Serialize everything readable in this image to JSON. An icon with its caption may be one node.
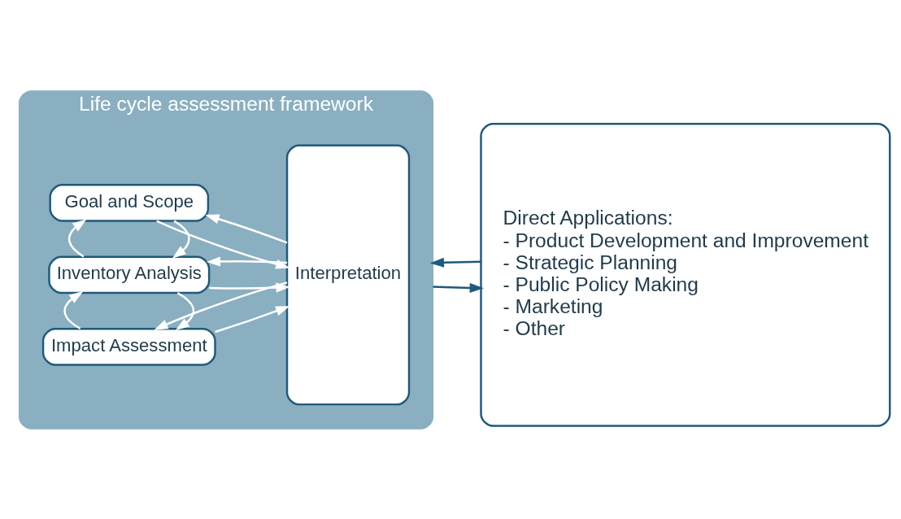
{
  "diagram": {
    "nodes": [
      {
        "text": [
          "Life cycle assessment framework"
        ]
      },
      {
        "text": [
          "Goal and Scope"
        ],
        "in": 0
      },
      {
        "text": [
          "Inventory Analysis"
        ],
        "in": 0
      },
      {
        "text": [
          "Impact Assessment"
        ],
        "in": 0
      },
      {
        "text": [
          "Interpretation"
        ],
        "in": 0
      },
      {
        "text": [
          "Direct Applications:",
          "- Product Development and Improvement",
          "- Strategic Planning",
          "- Public Policy Making",
          "- Marketing",
          "- Other"
        ]
      }
    ],
    "edges": [
      {
        "from": 4,
        "to": 1,
        "arrow": "to"
      },
      {
        "from": 1,
        "to": 4,
        "arrow": "to"
      },
      {
        "from": 1,
        "to": 2,
        "arrow": "to"
      },
      {
        "from": 2,
        "to": 1,
        "arrow": "to"
      },
      {
        "from": 4,
        "to": 2,
        "arrow": "to"
      },
      {
        "from": 2,
        "to": 4,
        "arrow": "to"
      },
      {
        "from": 2,
        "to": 3,
        "arrow": "to"
      },
      {
        "from": 3,
        "to": 2,
        "arrow": "to"
      },
      {
        "from": 4,
        "to": 3,
        "arrow": "to"
      },
      {
        "from": 3,
        "to": 4,
        "arrow": "to"
      },
      {
        "from": 0,
        "to": 5,
        "arrow": "to",
        "color": "#1f5a7a"
      },
      {
        "from": 5,
        "to": 0,
        "arrow": "to",
        "color": "#1f5a7a"
      }
    ]
  }
}
